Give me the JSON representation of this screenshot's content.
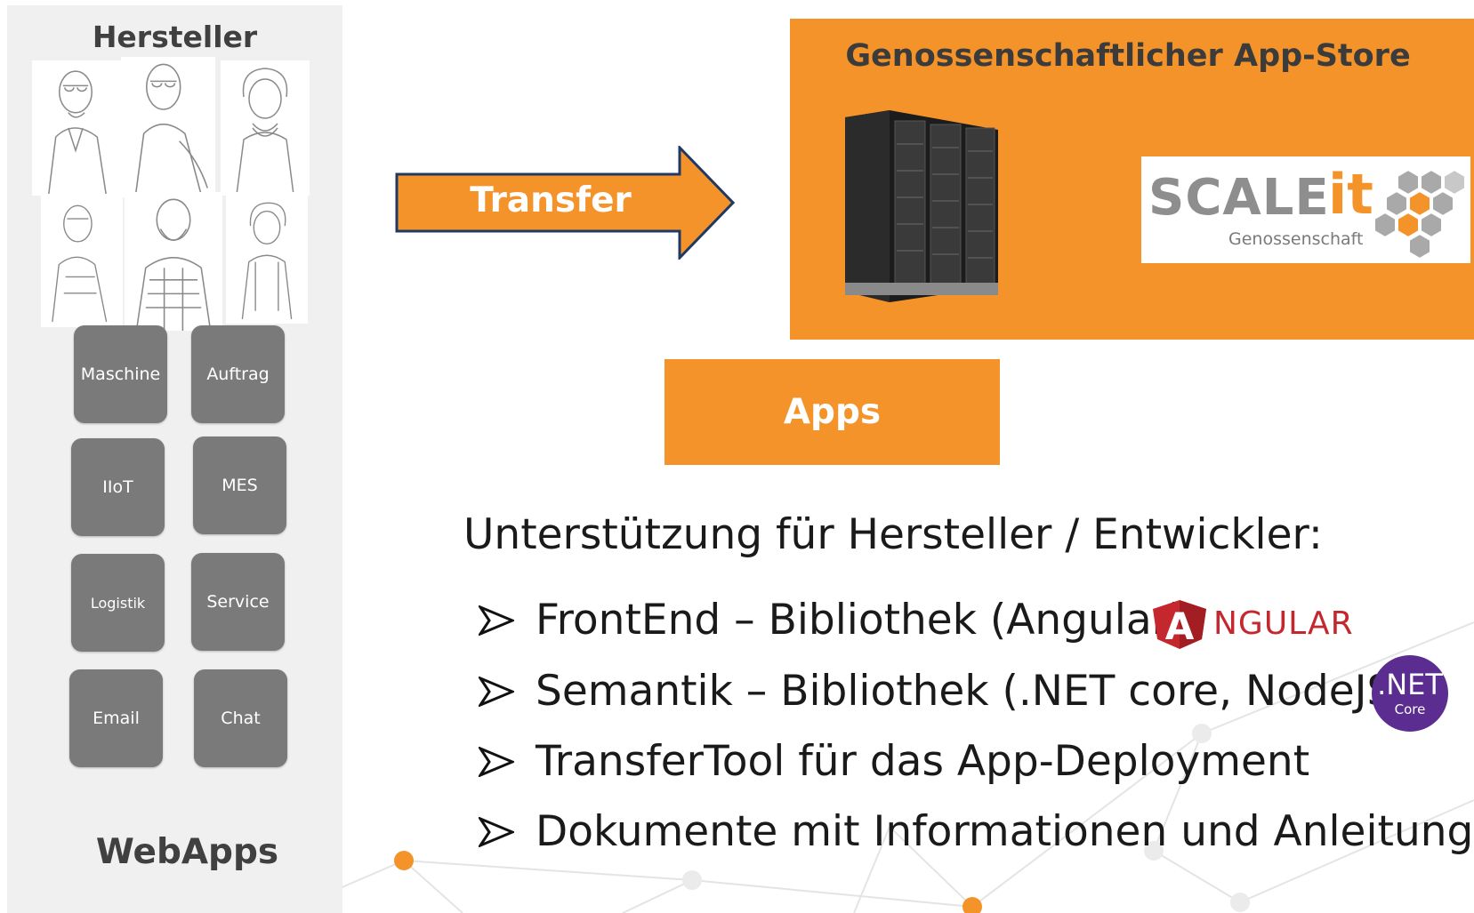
{
  "left_panel": {
    "title": "Hersteller",
    "footer": "WebApps",
    "tiles": [
      "Maschine",
      "Auftrag",
      "IIoT",
      "MES",
      "Logistik",
      "Service",
      "Email",
      "Chat"
    ]
  },
  "transfer": {
    "label": "Transfer"
  },
  "store": {
    "title": "Genossenschaftlicher App-Store",
    "logo": {
      "word": "SCALE",
      "it": "it",
      "sub": "Genossenschaft"
    }
  },
  "apps": {
    "label": "Apps"
  },
  "support": {
    "heading": "Unterstützung für Hersteller / Entwickler:",
    "bullets": [
      "FrontEnd – Bibliothek (Angular)",
      "Semantik – Bibliothek (.NET core, NodeJS)",
      "TransferTool für das App-Deployment",
      "Dokumente mit Informationen und Anleitungen"
    ]
  },
  "logos": {
    "angular": "NGULAR",
    "angular_letter": "A",
    "net_main": ".NET",
    "net_sub": "Core"
  },
  "colors": {
    "orange": "#f3932a",
    "tile_gray": "#7a7a7a",
    "panel_gray": "#f0f0f0",
    "arrow_border": "#1f3864",
    "net_purple": "#5c2d91",
    "angular_red": "#c4282e"
  }
}
